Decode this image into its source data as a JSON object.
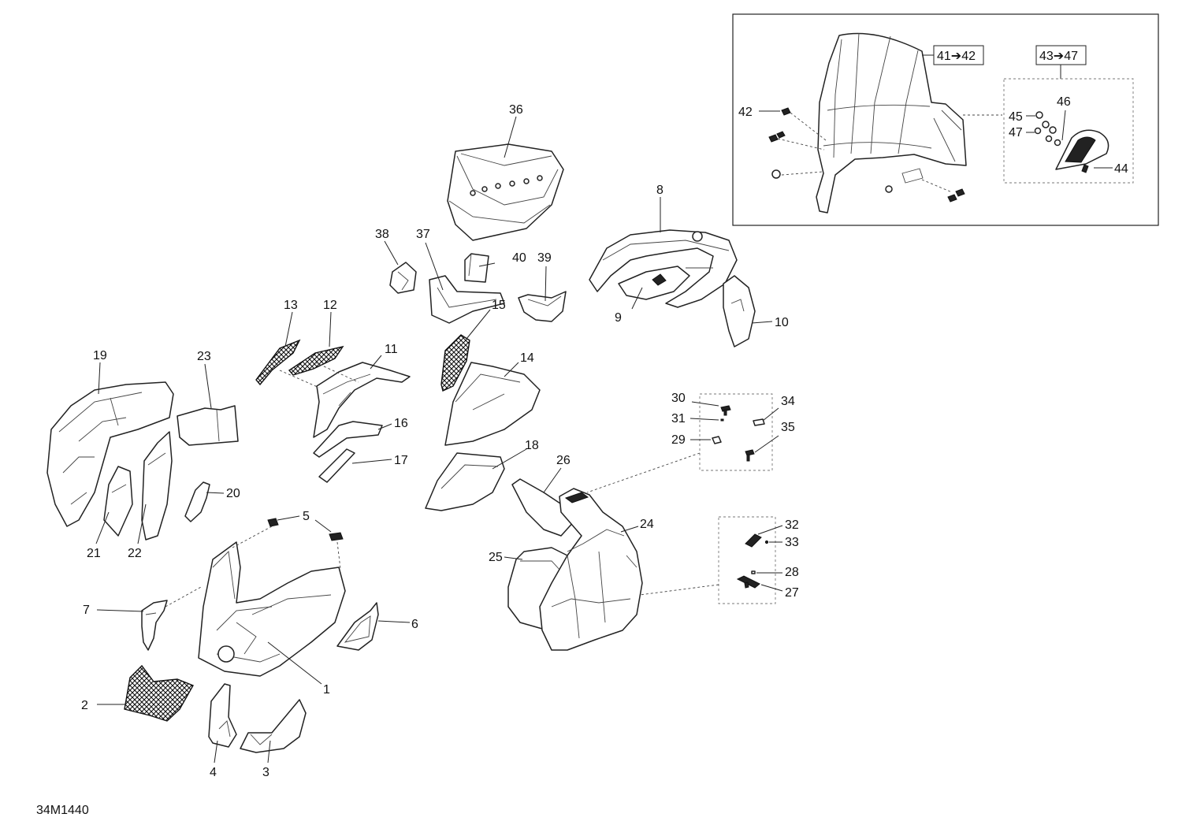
{
  "drawing_number": "34M1440",
  "callouts": {
    "c1": "1",
    "c2": "2",
    "c3": "3",
    "c4": "4",
    "c5": "5",
    "c6": "6",
    "c7": "7",
    "c8": "8",
    "c9": "9",
    "c10": "10",
    "c11": "11",
    "c12": "12",
    "c13": "13",
    "c14": "14",
    "c15": "15",
    "c16": "16",
    "c17": "17",
    "c18": "18",
    "c19": "19",
    "c20": "20",
    "c21": "21",
    "c22": "22",
    "c23": "23",
    "c24": "24",
    "c25": "25",
    "c26": "26",
    "c27": "27",
    "c28": "28",
    "c29": "29",
    "c30": "30",
    "c31": "31",
    "c32": "32",
    "c33": "33",
    "c34": "34",
    "c35": "35",
    "c36": "36",
    "c37": "37",
    "c38": "38",
    "c39": "39",
    "c40": "40",
    "c42": "42",
    "c44": "44",
    "c45": "45",
    "c46": "46",
    "c47": "47"
  },
  "range_labels": {
    "windshield": "41➔42",
    "mirror_kit": "43➔47"
  }
}
